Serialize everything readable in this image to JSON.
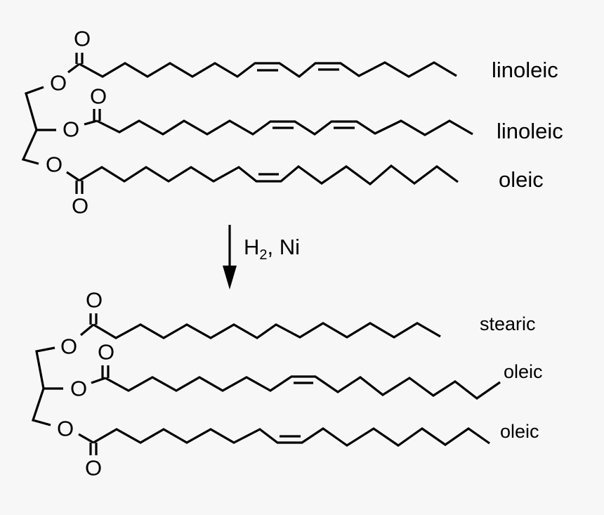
{
  "reactant": {
    "chains": [
      {
        "label": "linoleic"
      },
      {
        "label": "linoleic"
      },
      {
        "label": "oleic"
      }
    ]
  },
  "reaction": {
    "reagent": "H",
    "reagent_subscript": "2",
    "reagent_rest": ", Ni"
  },
  "product": {
    "chains": [
      {
        "label": "stearic"
      },
      {
        "label": "oleic"
      },
      {
        "label": "oleic"
      }
    ]
  },
  "atoms": {
    "oxygen": "O"
  }
}
